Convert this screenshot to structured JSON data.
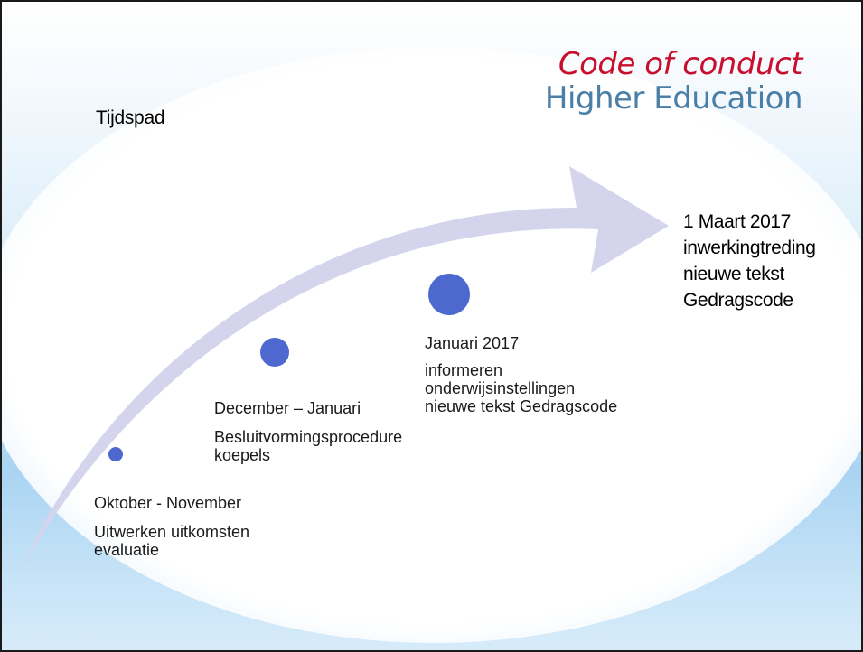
{
  "slide": {
    "title": "Tijdspad",
    "logo": {
      "line1": "Code of conduct",
      "line2": "Higher Education"
    },
    "final_milestone": [
      "1 Maart 2017",
      "inwerkingtreding",
      "nieuwe tekst",
      "Gedragscode"
    ],
    "milestones": [
      {
        "period": "Oktober - November",
        "lines": [
          "Uitwerken uitkomsten",
          "evaluatie"
        ]
      },
      {
        "period": "December – Januari",
        "lines": [
          "Besluitvormingsprocedure",
          "koepels"
        ]
      },
      {
        "period": "Januari 2017",
        "lines": [
          "informeren",
          "onderwijsinstellingen",
          "nieuwe tekst Gedragscode"
        ]
      }
    ]
  },
  "colors": {
    "arrow": "#d4d5ec",
    "dot": "#4d69cf",
    "logo_red": "#c8102e",
    "logo_blue": "#4a7fa8",
    "background_blue": "#bfe0f6"
  }
}
